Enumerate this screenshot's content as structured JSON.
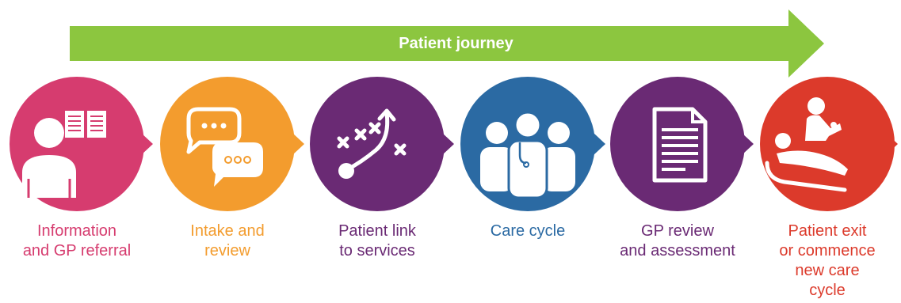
{
  "journey": {
    "label": "Patient journey",
    "color": "#8cc63f"
  },
  "steps": [
    {
      "label": "Information\nand GP referral",
      "color": "#d63c6f",
      "icon": "reading-person-icon"
    },
    {
      "label": "Intake and\nreview",
      "color": "#f39c2e",
      "icon": "chat-bubbles-icon"
    },
    {
      "label": "Patient link\nto services",
      "color": "#6a2a74",
      "icon": "strategy-play-icon"
    },
    {
      "label": "Care cycle",
      "color": "#2b6aa3",
      "icon": "care-team-icon"
    },
    {
      "label": "GP review\nand assessment",
      "color": "#6a2a74",
      "icon": "document-icon"
    },
    {
      "label": "Patient exit\nor commence\nnew care\ncycle",
      "color": "#dc3a2b",
      "icon": "patient-bed-icon"
    }
  ]
}
